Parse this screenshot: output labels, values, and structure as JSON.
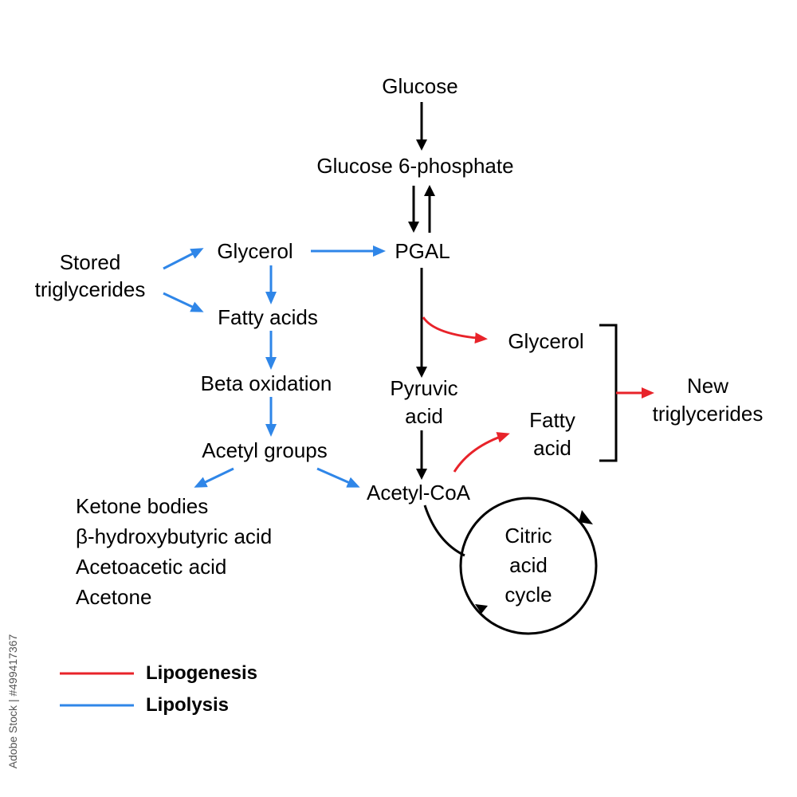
{
  "colors": {
    "lipogenesis": "#e8232a",
    "lipolysis": "#2f86e8",
    "main": "#000000"
  },
  "nodes": {
    "glucose": "Glucose",
    "glucose6p": "Glucose 6-phosphate",
    "pgal": "PGAL",
    "stored_triglycerides": [
      "Stored",
      "triglycerides"
    ],
    "glycerol_left": "Glycerol",
    "fatty_acids": "Fatty acids",
    "beta_oxidation": "Beta oxidation",
    "acetyl_groups": "Acetyl groups",
    "ketone_bodies": [
      "Ketone bodies",
      "β-hydroxybutyric acid",
      "Acetoacetic acid",
      "Acetone"
    ],
    "pyruvic_acid": [
      "Pyruvic",
      "acid"
    ],
    "acetyl_coa": "Acetyl-CoA",
    "glycerol_right": "Glycerol",
    "fatty_acid": [
      "Fatty",
      "acid"
    ],
    "new_triglycerides": [
      "New",
      "triglycerides"
    ],
    "citric_cycle": [
      "Citric",
      "acid",
      "cycle"
    ]
  },
  "legend": [
    {
      "label": "Lipogenesis",
      "color": "#e8232a"
    },
    {
      "label": "Lipolysis",
      "color": "#2f86e8"
    }
  ],
  "stock_id": "Adobe Stock | #499417367"
}
